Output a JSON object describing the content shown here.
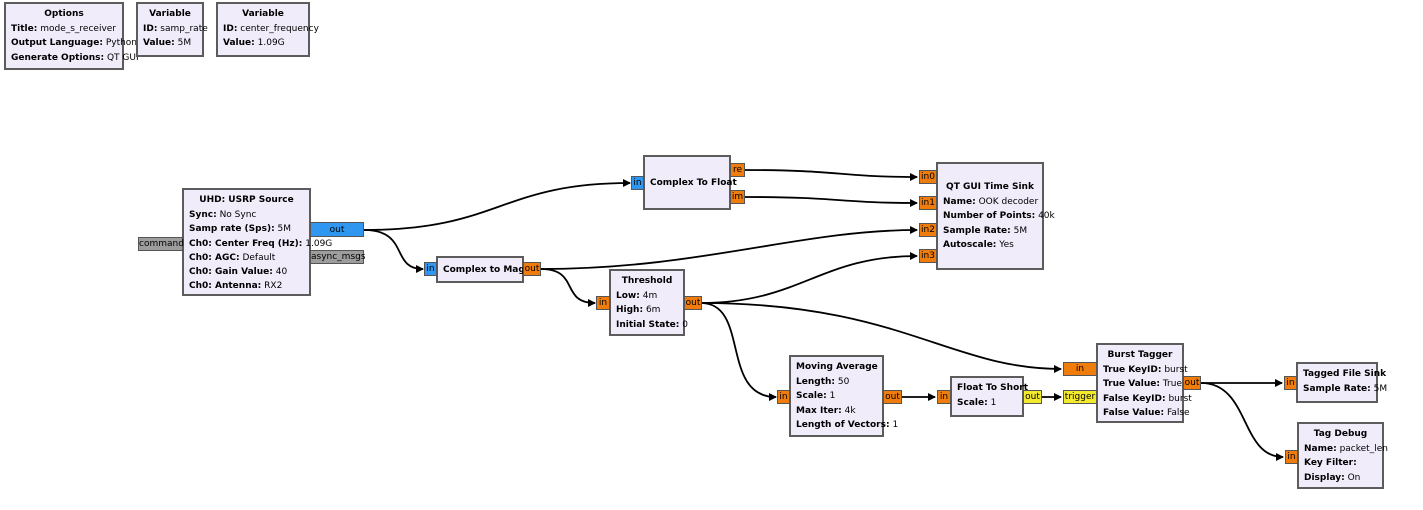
{
  "options_block": {
    "title": "Options",
    "params": [
      {
        "key": "Title:",
        "value": "mode_s_receiver"
      },
      {
        "key": "Output Language:",
        "value": "Python"
      },
      {
        "key": "Generate Options:",
        "value": "QT GUI"
      }
    ]
  },
  "variable_samp_rate": {
    "title": "Variable",
    "params": [
      {
        "key": "ID:",
        "value": "samp_rate"
      },
      {
        "key": "Value:",
        "value": "5M"
      }
    ]
  },
  "variable_center_frequency": {
    "title": "Variable",
    "params": [
      {
        "key": "ID:",
        "value": "center_frequency"
      },
      {
        "key": "Value:",
        "value": "1.09G"
      }
    ]
  },
  "usrp_source": {
    "title": "UHD: USRP Source",
    "params": [
      {
        "key": "Sync:",
        "value": "No Sync"
      },
      {
        "key": "Samp rate (Sps):",
        "value": "5M"
      },
      {
        "key": "Ch0: Center Freq (Hz):",
        "value": "1.09G"
      },
      {
        "key": "Ch0: AGC:",
        "value": "Default"
      },
      {
        "key": "Ch0: Gain Value:",
        "value": "40"
      },
      {
        "key": "Ch0: Antenna:",
        "value": "RX2"
      }
    ],
    "ports": {
      "out": "out",
      "command": "command",
      "async_msgs": "async_msgs"
    }
  },
  "complex_to_float": {
    "title": "Complex To Float",
    "ports": {
      "in": "in",
      "re": "re",
      "im": "im"
    }
  },
  "complex_to_mag": {
    "title": "Complex to Mag",
    "ports": {
      "in": "in",
      "out": "out"
    }
  },
  "threshold": {
    "title": "Threshold",
    "params": [
      {
        "key": "Low:",
        "value": "4m"
      },
      {
        "key": "High:",
        "value": "6m"
      },
      {
        "key": "Initial State:",
        "value": "0"
      }
    ],
    "ports": {
      "in": "in",
      "out": "out"
    }
  },
  "time_sink": {
    "title": "QT GUI Time Sink",
    "params": [
      {
        "key": "Name:",
        "value": "OOK decoder"
      },
      {
        "key": "Number of Points:",
        "value": "40k"
      },
      {
        "key": "Sample Rate:",
        "value": "5M"
      },
      {
        "key": "Autoscale:",
        "value": "Yes"
      }
    ],
    "ports": {
      "in0": "in0",
      "in1": "in1",
      "in2": "in2",
      "in3": "in3"
    }
  },
  "moving_average": {
    "title": "Moving Average",
    "params": [
      {
        "key": "Length:",
        "value": "50"
      },
      {
        "key": "Scale:",
        "value": "1"
      },
      {
        "key": "Max Iter:",
        "value": "4k"
      },
      {
        "key": "Length of Vectors:",
        "value": "1"
      }
    ],
    "ports": {
      "in": "in",
      "out": "out"
    }
  },
  "float_to_short": {
    "title": "Float To Short",
    "params": [
      {
        "key": "Scale:",
        "value": "1"
      }
    ],
    "ports": {
      "in": "in",
      "out": "out"
    }
  },
  "burst_tagger": {
    "title": "Burst Tagger",
    "params": [
      {
        "key": "True KeyID:",
        "value": "burst"
      },
      {
        "key": "True Value:",
        "value": "True"
      },
      {
        "key": "False KeyID:",
        "value": "burst"
      },
      {
        "key": "False Value:",
        "value": "False"
      }
    ],
    "ports": {
      "in": "in",
      "trigger": "trigger",
      "out": "out"
    }
  },
  "tagged_file_sink": {
    "title": "Tagged File Sink",
    "params": [
      {
        "key": "Sample Rate:",
        "value": "5M"
      }
    ],
    "ports": {
      "in": "in"
    }
  },
  "tag_debug": {
    "title": "Tag Debug",
    "params": [
      {
        "key": "Name:",
        "value": "packet_len"
      },
      {
        "key": "Key Filter:",
        "value": ""
      },
      {
        "key": "Display:",
        "value": "On"
      }
    ],
    "ports": {
      "in": "in"
    }
  },
  "colors": {
    "block_fill": "#f0ecfa",
    "block_border": "#5c5c5c",
    "port_float": "#f07d0b",
    "port_complex": "#2f97ef",
    "port_short": "#f3ea2e",
    "port_message": "#9d9d9d",
    "wire": "#000000"
  }
}
